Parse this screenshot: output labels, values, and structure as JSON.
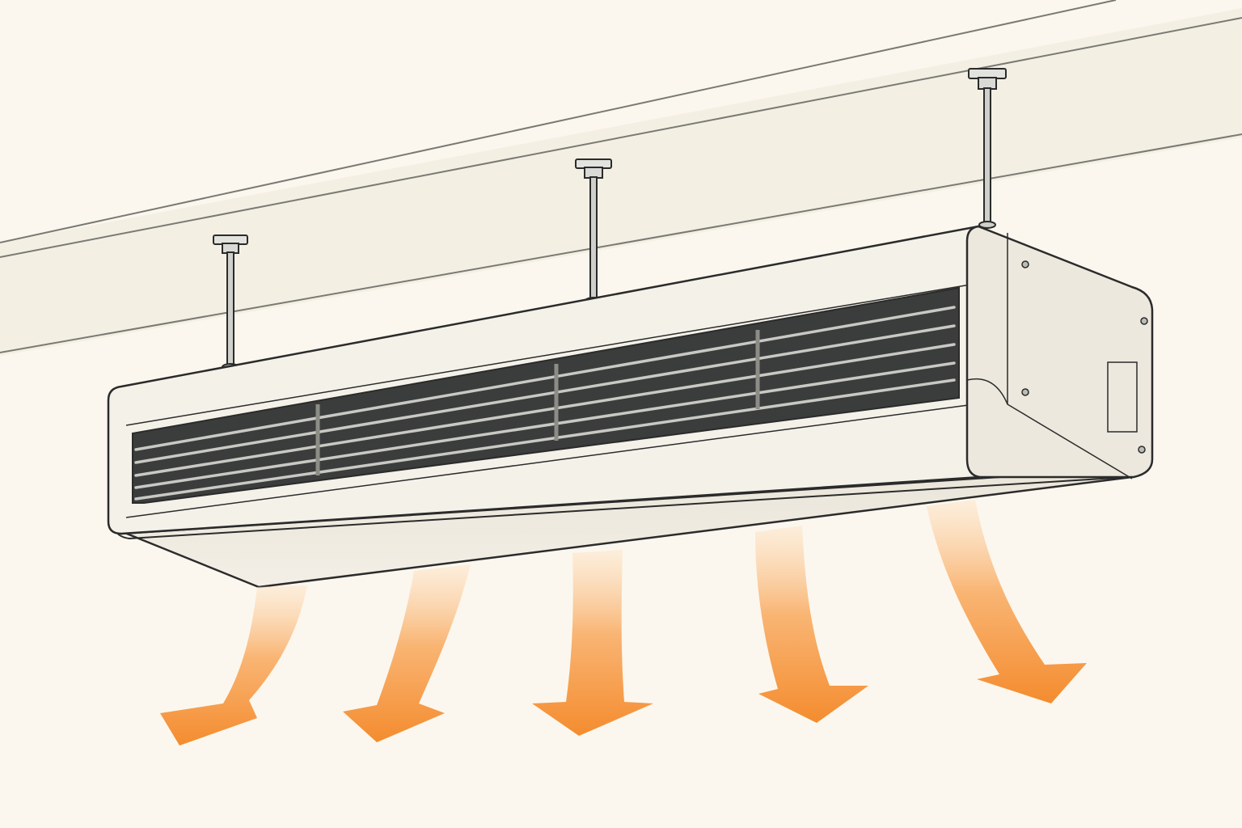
{
  "illustration": {
    "subject": "ceiling-suspended-air-curtain-heater",
    "hanger_rod_count": 3,
    "grille_louver_count": 5,
    "grille_section_count": 4,
    "airflow_arrow_count": 5
  },
  "colors": {
    "background": "#fbf7ee",
    "ceiling_beam": "#f3efe3",
    "outline": "#2b2b2b",
    "body_light": "#f4f1e9",
    "body_shade": "#e8e3d7",
    "grille_dark": "#3b3d3d",
    "louver": "#c9c9c4",
    "hardware": "#d9d9d6",
    "airflow_top": "#fde8cf",
    "airflow_bottom": "#f48c2f"
  }
}
